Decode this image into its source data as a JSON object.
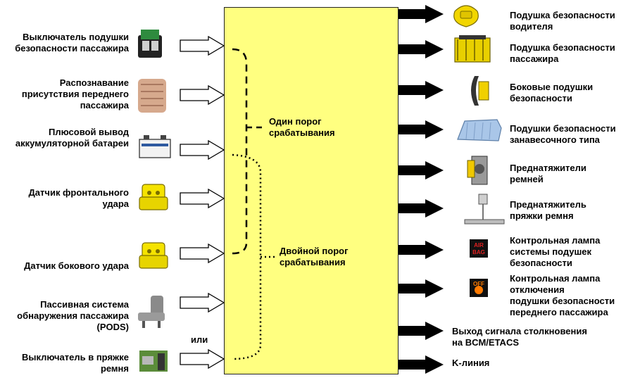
{
  "diagram": {
    "inputs": [
      {
        "label": "Выключатель подушки\nбезопасности пассажира",
        "icon": "passenger-airbag-switch-icon"
      },
      {
        "label": "Распознавание\nприсутствия переднего\nпассажира",
        "icon": "seat-occupancy-sensor-icon"
      },
      {
        "label": "Плюсовой вывод\nаккумуляторной батареи",
        "icon": "battery-icon"
      },
      {
        "label": "Датчик фронтального\nудара",
        "icon": "front-impact-sensor-icon"
      },
      {
        "label": "Датчик бокового удара",
        "icon": "side-impact-sensor-icon"
      },
      {
        "label": "Пассивная система\nобнаружения пассажира\n(PODS)",
        "icon": "pods-seat-icon"
      },
      {
        "label": "Выключатель в пряжке\nремня",
        "icon": "buckle-switch-icon"
      }
    ],
    "or_label": "или",
    "thresholds": {
      "single": "Один порог\nсрабатывания",
      "dual": "Двойной порог\nсрабатывания"
    },
    "outputs": [
      {
        "label": "Подушка безопасности\nводителя",
        "icon": "driver-airbag-icon"
      },
      {
        "label": "Подушка безопасности\nпассажира",
        "icon": "passenger-airbag-module-icon"
      },
      {
        "label": "Боковые подушки\nбезопасности",
        "icon": "side-airbag-icon"
      },
      {
        "label": "Подушки безопасности\nзанавесочного типа",
        "icon": "curtain-airbag-icon"
      },
      {
        "label": "Преднатяжители\nремней",
        "icon": "seatbelt-pretensioner-icon"
      },
      {
        "label": "Преднатяжитель\nпряжки ремня",
        "icon": "buckle-pretensioner-icon"
      },
      {
        "label": "Контрольная лампа\nсистемы подушек\nбезопасности",
        "icon": "airbag-warning-lamp-icon",
        "icon_text": "AIR\nBAG"
      },
      {
        "label": "Контрольная лампа\nотключения\nподушки безопасности\nпереднего пассажира",
        "icon": "airbag-off-lamp-icon",
        "icon_text": "OFF"
      },
      {
        "label": "Выход сигнала столкновения\nна BCM/ETACS"
      },
      {
        "label": "K-линия"
      }
    ]
  }
}
